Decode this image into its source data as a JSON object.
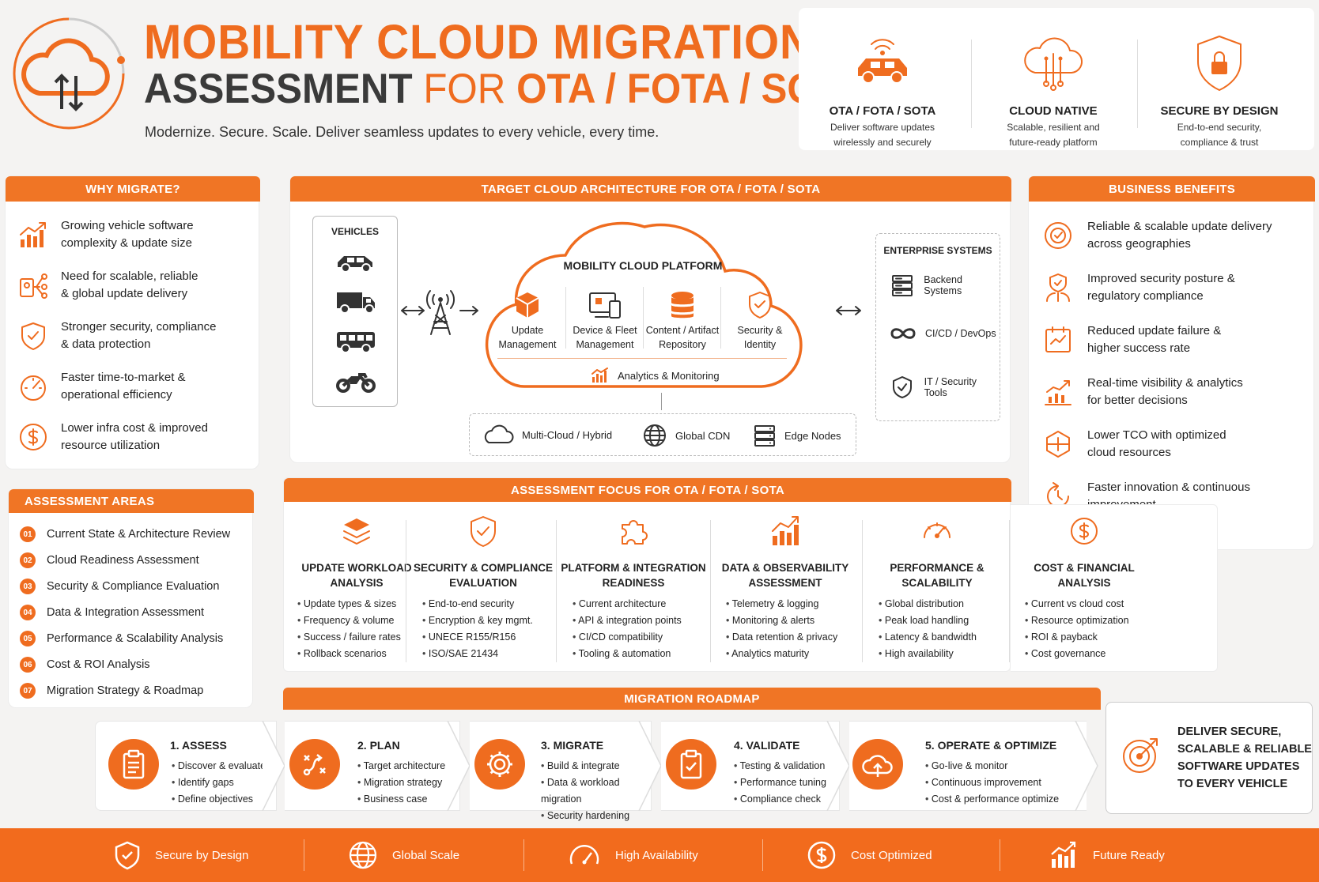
{
  "header": {
    "title_line1": "MOBILITY CLOUD MIGRATION",
    "title_line2_a": "ASSESSMENT",
    "title_line2_b": "FOR",
    "title_line2_c": "OTA / FOTA / SOTA",
    "tagline": "Modernize. Secure. Scale. Deliver seamless updates to every vehicle, every time.",
    "features": [
      {
        "icon": "connected-car-icon",
        "title": "OTA / FOTA / SOTA",
        "desc1": "Deliver software updates",
        "desc2": "wirelessly and securely"
      },
      {
        "icon": "cloud-circuit-icon",
        "title": "CLOUD NATIVE",
        "desc1": "Scalable, resilient and",
        "desc2": "future-ready platform"
      },
      {
        "icon": "shield-lock-icon",
        "title": "SECURE BY DESIGN",
        "desc1": "End-to-end security,",
        "desc2": "compliance & trust"
      }
    ]
  },
  "why_migrate": {
    "title": "WHY MIGRATE?",
    "items": [
      {
        "icon": "growth-chart-icon",
        "line1": "Growing vehicle software",
        "line2": "complexity & update size"
      },
      {
        "icon": "network-device-icon",
        "line1": "Need for scalable, reliable",
        "line2": "& global update delivery"
      },
      {
        "icon": "shield-icon",
        "line1": "Stronger security, compliance",
        "line2": "& data protection"
      },
      {
        "icon": "speedometer-icon",
        "line1": "Faster time-to-market &",
        "line2": "operational efficiency"
      },
      {
        "icon": "dollar-icon",
        "line1": "Lower infra cost & improved",
        "line2": "resource utilization"
      }
    ]
  },
  "assessment_areas": {
    "title": "ASSESSMENT AREAS",
    "items": [
      {
        "num": "01",
        "label": "Current State & Architecture Review"
      },
      {
        "num": "02",
        "label": "Cloud Readiness Assessment"
      },
      {
        "num": "03",
        "label": "Security & Compliance Evaluation"
      },
      {
        "num": "04",
        "label": "Data & Integration Assessment"
      },
      {
        "num": "05",
        "label": "Performance & Scalability Analysis"
      },
      {
        "num": "06",
        "label": "Cost & ROI Analysis"
      },
      {
        "num": "07",
        "label": "Migration Strategy & Roadmap"
      }
    ]
  },
  "architecture": {
    "title": "TARGET CLOUD ARCHITECTURE FOR OTA / FOTA / SOTA",
    "vehicles_label": "VEHICLES",
    "vehicles": [
      "car-icon",
      "truck-icon",
      "bus-icon",
      "motorcycle-icon"
    ],
    "platform_title": "MOBILITY CLOUD PLATFORM",
    "services": [
      {
        "icon": "package-icon",
        "line1": "Update",
        "line2": "Management"
      },
      {
        "icon": "devices-icon",
        "line1": "Device & Fleet",
        "line2": "Management"
      },
      {
        "icon": "database-icon",
        "line1": "Content / Artifact",
        "line2": "Repository"
      },
      {
        "icon": "shield-check-icon",
        "line1": "Security &",
        "line2": "Identity"
      }
    ],
    "analytics_label": "Analytics & Monitoring",
    "enterprise_title": "ENTERPRISE SYSTEMS",
    "enterprise": [
      {
        "icon": "server-icon",
        "label": "Backend Systems"
      },
      {
        "icon": "infinity-icon",
        "label": "CI/CD / DevOps"
      },
      {
        "icon": "security-shield-icon",
        "label": "IT / Security Tools"
      }
    ],
    "infra": [
      {
        "icon": "cloud-icon",
        "label": "Multi-Cloud / Hybrid"
      },
      {
        "icon": "globe-icon",
        "label": "Global CDN"
      },
      {
        "icon": "server-rack-icon",
        "label": "Edge Nodes"
      }
    ]
  },
  "business_benefits": {
    "title": "BUSINESS BENEFITS",
    "items": [
      {
        "icon": "globe-check-icon",
        "line1": "Reliable & scalable update delivery",
        "line2": "across geographies"
      },
      {
        "icon": "security-person-icon",
        "line1": "Improved security posture &",
        "line2": "regulatory compliance"
      },
      {
        "icon": "report-check-icon",
        "line1": "Reduced update failure &",
        "line2": "higher success rate"
      },
      {
        "icon": "analytics-icon",
        "line1": "Real-time visibility & analytics",
        "line2": "for better decisions"
      },
      {
        "icon": "coins-icon",
        "line1": "Lower TCO with optimized",
        "line2": "cloud resources"
      },
      {
        "icon": "refresh-icon",
        "line1": "Faster innovation & continuous",
        "line2": "improvement"
      }
    ]
  },
  "assessment_focus": {
    "title": "ASSESSMENT FOCUS FOR OTA / FOTA / SOTA",
    "columns": [
      {
        "icon": "layers-icon",
        "title1": "UPDATE WORKLOAD",
        "title2": "ANALYSIS",
        "bullets": [
          "Update types & sizes",
          "Frequency & volume",
          "Success / failure rates",
          "Rollback scenarios"
        ]
      },
      {
        "icon": "shield-check-icon",
        "title1": "SECURITY & COMPLIANCE",
        "title2": "EVALUATION",
        "bullets": [
          "End-to-end security",
          "Encryption & key mgmt.",
          "UNECE R155/R156",
          "ISO/SAE 21434"
        ]
      },
      {
        "icon": "puzzle-icon",
        "title1": "PLATFORM & INTEGRATION",
        "title2": "READINESS",
        "bullets": [
          "Current architecture",
          "API & integration points",
          "CI/CD compatibility",
          "Tooling & automation"
        ]
      },
      {
        "icon": "bar-chart-icon",
        "title1": "DATA & OBSERVABILITY",
        "title2": "ASSESSMENT",
        "bullets": [
          "Telemetry & logging",
          "Monitoring & alerts",
          "Data retention & privacy",
          "Analytics maturity"
        ]
      },
      {
        "icon": "gauge-icon",
        "title1": "PERFORMANCE &",
        "title2": "SCALABILITY",
        "bullets": [
          "Global distribution",
          "Peak load handling",
          "Latency & bandwidth",
          "High availability"
        ]
      },
      {
        "icon": "dollar-circle-icon",
        "title1": "COST & FINANCIAL",
        "title2": "ANALYSIS",
        "bullets": [
          "Current vs cloud cost",
          "Resource optimization",
          "ROI & payback",
          "Cost governance"
        ]
      }
    ]
  },
  "roadmap": {
    "title": "MIGRATION ROADMAP",
    "steps": [
      {
        "icon": "clipboard-icon",
        "title": "1. ASSESS",
        "bullets": [
          "Discover & evaluate",
          "Identify gaps",
          "Define objectives"
        ]
      },
      {
        "icon": "strategy-icon",
        "title": "2. PLAN",
        "bullets": [
          "Target architecture",
          "Migration strategy",
          "Business case"
        ]
      },
      {
        "icon": "gear-icon",
        "title": "3. MIGRATE",
        "bullets": [
          "Build & integrate",
          "Data & workload migration",
          "Security hardening"
        ]
      },
      {
        "icon": "checklist-icon",
        "title": "4. VALIDATE",
        "bullets": [
          "Testing & validation",
          "Performance tuning",
          "Compliance check"
        ]
      },
      {
        "icon": "cloud-upload-icon",
        "title": "5. OPERATE & OPTIMIZE",
        "bullets": [
          "Go-live & monitor",
          "Continuous improvement",
          "Cost & performance optimize"
        ]
      }
    ],
    "cta_lines": [
      "DELIVER SECURE,",
      "SCALABLE & RELIABLE",
      "SOFTWARE UPDATES",
      "TO EVERY VEHICLE"
    ],
    "cta_icon": "target-icon"
  },
  "footer": {
    "items": [
      {
        "icon": "shield-check-icon",
        "label": "Secure by Design"
      },
      {
        "icon": "globe-icon",
        "label": "Global Scale"
      },
      {
        "icon": "speedometer-icon",
        "label": "High Availability"
      },
      {
        "icon": "dollar-circle-icon",
        "label": "Cost Optimized"
      },
      {
        "icon": "growth-chart-icon",
        "label": "Future Ready"
      }
    ]
  },
  "colors": {
    "accent": "#EF6C1F",
    "footer": "#F26B1D",
    "text": "#222222"
  }
}
